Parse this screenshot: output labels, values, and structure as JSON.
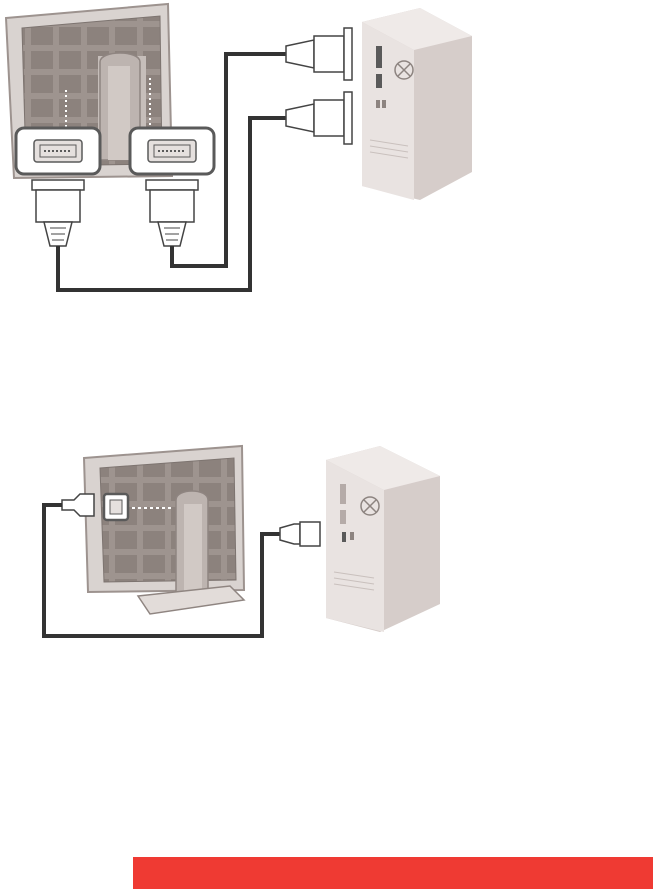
{
  "diagrams": [
    {
      "id": "dual-dvi-connection",
      "connectors_on_monitor": [
        "dvi-port",
        "dvi-port"
      ],
      "cables": 2,
      "connectors_on_computer": [
        "dvi-plug",
        "dvi-plug"
      ]
    },
    {
      "id": "usb-connection",
      "connectors_on_monitor": [
        "usb-b-port"
      ],
      "cables": 1,
      "connectors_on_computer": [
        "usb-a-plug"
      ]
    }
  ],
  "colors": {
    "monitor_body": "#d9d3d0",
    "monitor_dark": "#b5aba8",
    "screen_back": "#a29893",
    "computer_body": "#e9e3e1",
    "computer_side": "#d6cdca",
    "cable": "#333333",
    "port_bezel": "#5a5a5a",
    "accent_bar": "#ef3a33"
  }
}
